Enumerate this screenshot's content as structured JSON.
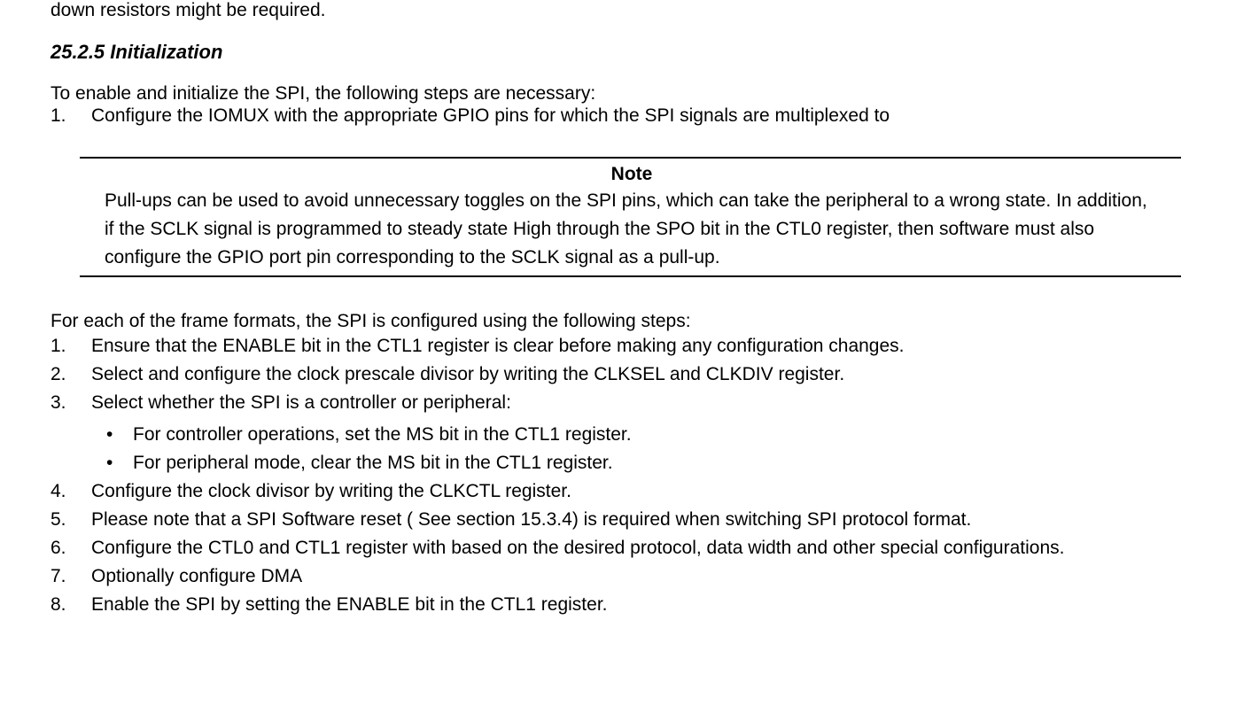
{
  "page": {
    "background_color": "#ffffff",
    "text_color": "#000000",
    "prev_paragraph_fragment": "down resistors might be required.",
    "section": {
      "heading": "25.2.5 Initialization"
    },
    "intro": "To enable and initialize the SPI, the following steps are necessary:",
    "init_steps": [
      {
        "num": "1.",
        "text": "Configure the IOMUX with the appropriate GPIO pins for which the SPI signals are multiplexed to"
      }
    ],
    "note": {
      "label": "Note",
      "text": "Pull-ups can be used to avoid unnecessary toggles on the SPI pins, which can take the peripheral to a wrong state. In addition, if the SCLK signal is programmed to steady state High through the SPO bit in the CTL0 register, then software must also configure the GPIO port pin corresponding to the SCLK signal as a pull-up."
    },
    "config_intro": "For each of the frame formats, the SPI is configured using the following steps:",
    "bullet_glyph": "•",
    "config_steps": [
      {
        "num": "1.",
        "text": "Ensure that the ENABLE bit in the CTL1 register is clear before making any configuration changes."
      },
      {
        "num": "2.",
        "text": "Select and configure the clock prescale divisor by writing the CLKSEL and CLKDIV register."
      },
      {
        "num": "3.",
        "text": "Select whether the SPI is a controller or peripheral:",
        "sub": [
          "For controller operations, set the MS bit in the CTL1 register.",
          "For peripheral mode, clear the MS bit in the CTL1 register."
        ]
      },
      {
        "num": "4.",
        "text": "Configure the clock divisor by writing the CLKCTL register."
      },
      {
        "num": "5.",
        "text": "Please note that a SPI Software reset ( See section 15.3.4) is required when switching SPI protocol format."
      },
      {
        "num": "6.",
        "text": "Configure the CTL0 and CTL1 register with based on the desired protocol, data width and other special configurations."
      },
      {
        "num": "7.",
        "text": "Optionally configure DMA"
      },
      {
        "num": "8.",
        "text": "Enable the SPI by setting the ENABLE bit in the CTL1 register."
      }
    ]
  }
}
